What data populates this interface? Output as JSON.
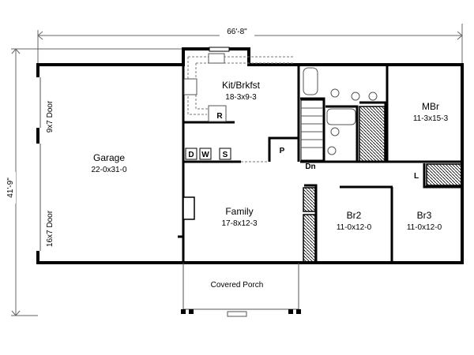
{
  "dimensions": {
    "width": "66'-8\"",
    "depth": "41'-9\""
  },
  "rooms": {
    "garage": {
      "name": "Garage",
      "size": "22-0x31-0"
    },
    "kitchen": {
      "name": "Kit/Brkfst",
      "size": "18-3x9-3"
    },
    "master": {
      "name": "MBr",
      "size": "11-3x15-3"
    },
    "family": {
      "name": "Family",
      "size": "17-8x12-3"
    },
    "br2": {
      "name": "Br2",
      "size": "11-0x12-0"
    },
    "br3": {
      "name": "Br3",
      "size": "11-0x12-0"
    },
    "porch": {
      "name": "Covered Porch"
    }
  },
  "doors": {
    "garage_small": "9x7 Door",
    "garage_large": "16x7 Door"
  },
  "fixtures": {
    "refrigerator": "R",
    "pantry": "P",
    "stairs_down": "Dn",
    "dryer": "D",
    "washer": "W",
    "sink": "S",
    "linen": "L"
  }
}
